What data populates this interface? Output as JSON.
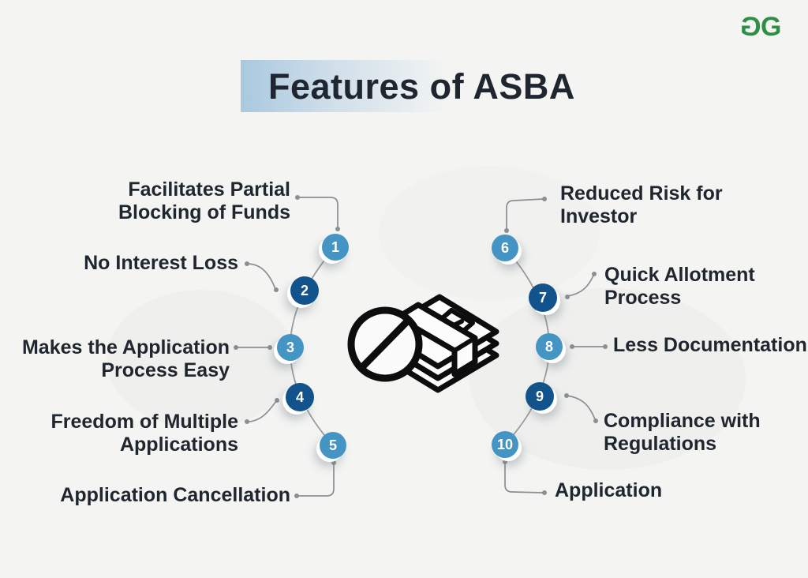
{
  "title": "Features of ASBA",
  "logo": {
    "brand": "GeeksforGeeks",
    "letter": "G",
    "color": "#2f8d46"
  },
  "colors": {
    "background": "#f4f5f3",
    "title_band": "#a9c8df",
    "title_text": "#20262f",
    "label_text": "#20262f",
    "circle_light": "#4494c4",
    "circle_dark": "#11538a",
    "circle_number": "#ffffff",
    "connector": "#8b8f92",
    "icon_outline": "#0d0d0d"
  },
  "center_icon": "blocked-funds-icon",
  "items": [
    {
      "number": "1",
      "label": "Facilitates Partial\nBlocking of Funds",
      "tone": "light",
      "side": "left"
    },
    {
      "number": "2",
      "label": "No Interest Loss",
      "tone": "dark",
      "side": "left"
    },
    {
      "number": "3",
      "label": "Makes the Application\nProcess Easy",
      "tone": "light",
      "side": "left"
    },
    {
      "number": "4",
      "label": "Freedom of Multiple\nApplications",
      "tone": "dark",
      "side": "left"
    },
    {
      "number": "5",
      "label": "Application Cancellation",
      "tone": "light",
      "side": "left"
    },
    {
      "number": "6",
      "label": "Reduced Risk for\nInvestor",
      "tone": "light",
      "side": "right"
    },
    {
      "number": "7",
      "label": "Quick Allotment\nProcess",
      "tone": "dark",
      "side": "right"
    },
    {
      "number": "8",
      "label": "Less Documentation",
      "tone": "light",
      "side": "right"
    },
    {
      "number": "9",
      "label": "Compliance with\nRegulations",
      "tone": "dark",
      "side": "right"
    },
    {
      "number": "10",
      "label": "Application",
      "tone": "light",
      "side": "right"
    }
  ]
}
